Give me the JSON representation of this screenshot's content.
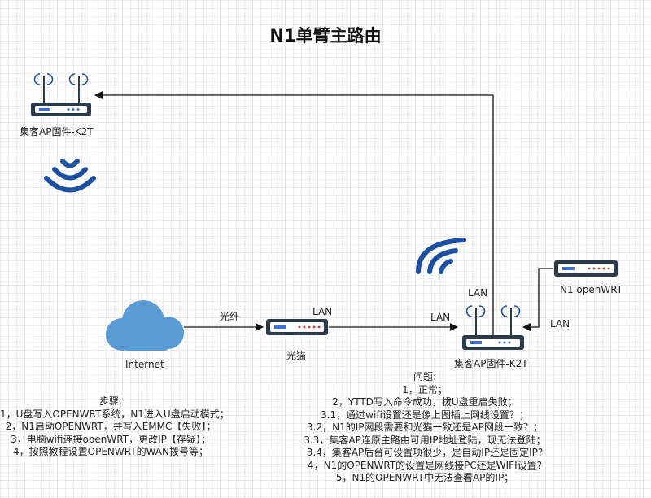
{
  "title": "N1单臂主路由",
  "nodes": {
    "ap_top": "集客AP固件-K2T",
    "ap_main": "集客AP固件-K2T",
    "n1": "N1 openWRT",
    "modem": "光猫",
    "internet": "Internet"
  },
  "edges": {
    "fiber": "光纤",
    "lan_modem": "LAN",
    "lan_ap_in": "LAN",
    "lan_ap_up": "LAN",
    "lan_n1": "LAN"
  },
  "steps": {
    "heading": "步骤:",
    "items": [
      "1，U盘写入OPENWRT系统，N1进入U盘启动模式；",
      "2，N1启动OPENWRT，并写入EMMC【失败】；",
      "3，电脑wifi连接openWRT，更改IP【存疑】；",
      "4，按照教程设置OPENWRT的WAN拨号等；"
    ]
  },
  "questions": {
    "heading": "问题:",
    "items": [
      "1，正常；",
      "2，YTTD写入命令成功，拔U盘重启失败；",
      "3.1，通过wifi设置还是像上图插上网线设置？；",
      "3.2，N1的IP网段需要和光猫一致还是AP网段一致？；",
      "3.3，集客AP连原主路由可用IP地址登陆，现无法登陆；",
      "3.4，集客AP后台可设置项很少，是自动IP还是固定IP?",
      "4，N1的OPENWRT的设置是网线接PC还是WIFI设置?",
      "5，N1的OPENWRT中无法查看AP的IP；"
    ]
  },
  "colors": {
    "wifi_blue": "#1e50a2",
    "cloud_blue": "#5b9bd5",
    "device_dark": "#2b3a4a",
    "led_red": "#e23c2e",
    "led_blue": "#3b6fd6"
  }
}
